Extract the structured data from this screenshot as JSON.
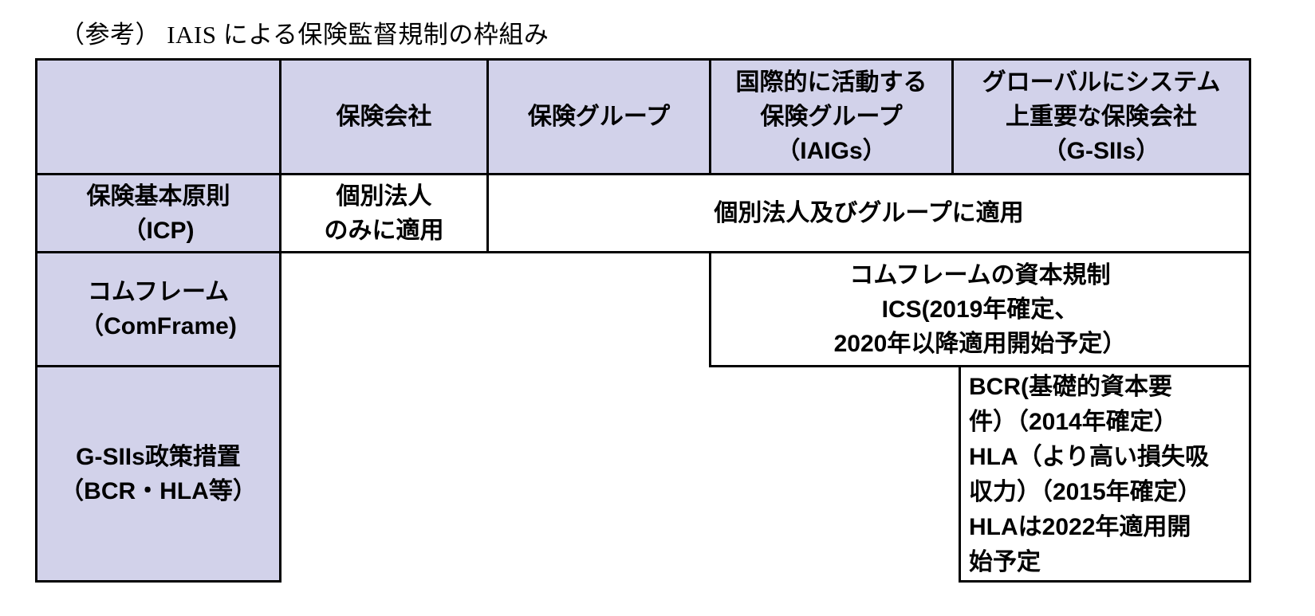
{
  "title": "（参考） IAIS による保険監督規制の枠組み",
  "table": {
    "header": {
      "corner": "",
      "col_insurance_company": "保険会社",
      "col_insurance_group": "保険グループ",
      "col_iaig": "国際的に活動する\n保険グループ\n（IAIGs）",
      "col_gsii": "グローバルにシステム\n上重要な保険会社\n（G-SIIs）"
    },
    "rows": {
      "icp": {
        "label": "保険基本原則\n（ICP)",
        "cell_individual_only": "個別法人\nのみに適用",
        "cell_individual_and_group": "個別法人及びグループに適用"
      },
      "comframe": {
        "label": "コムフレーム\n（ComFrame)",
        "cell_ics": "コムフレームの資本規制\nICS(2019年確定、\n2020年以降適用開始予定）"
      },
      "gsii_measures": {
        "label": "G-SIIs政策措置\n（BCR・HLA等）",
        "cell_bcr_hla": "BCR(基礎的資本要\n件）（2014年確定）\nHLA（より高い損失吸\n収力）（2015年確定）\nHLAは2022年適用開\n始予定"
      }
    },
    "colors": {
      "header_bg": "#d2d2ea",
      "cell_bg": "#ffffff",
      "border": "#000000"
    }
  }
}
